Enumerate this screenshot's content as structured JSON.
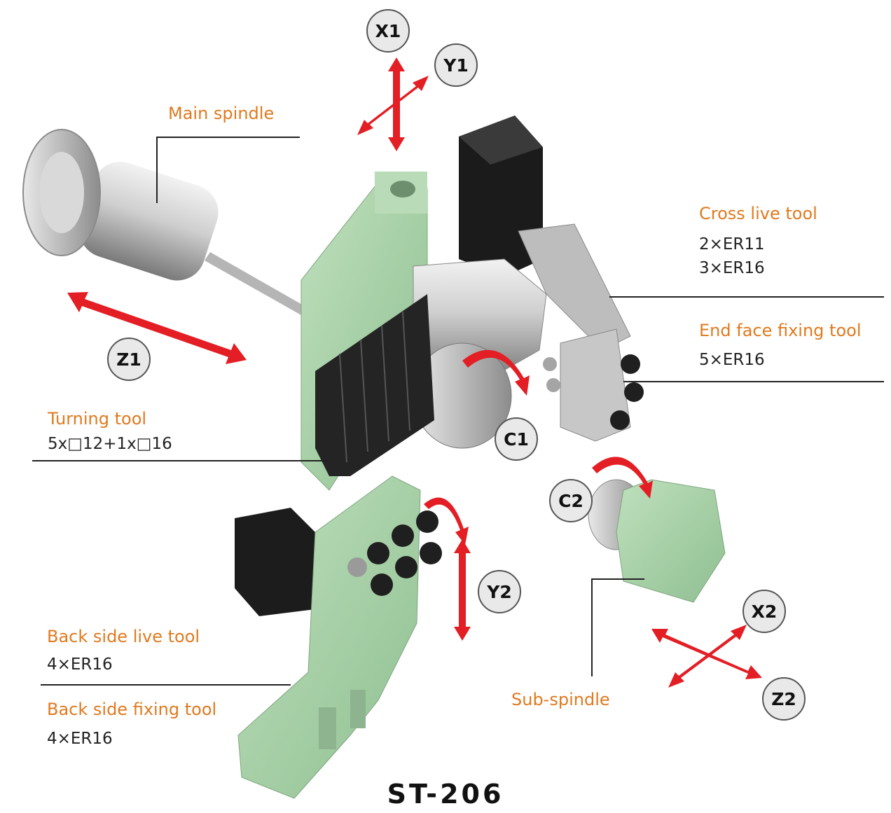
{
  "callouts": {
    "main_spindle": {
      "title": "Main spindle"
    },
    "cross_live_tool": {
      "title": "Cross live tool",
      "specs": [
        "2×ER11",
        "3×ER16"
      ]
    },
    "end_face_fixing_tool": {
      "title": "End face fixing tool",
      "specs": [
        "5×ER16"
      ]
    },
    "turning_tool": {
      "title": "Turning tool",
      "specs": [
        "5x□12+1x□16"
      ]
    },
    "back_side_live_tool": {
      "title": "Back side live tool",
      "specs": [
        "4×ER16"
      ]
    },
    "back_side_fixing_tool": {
      "title": "Back side fixing tool",
      "specs": [
        "4×ER16"
      ]
    },
    "sub_spindle": {
      "title": "Sub-spindle"
    }
  },
  "axes": {
    "x1": "X1",
    "y1": "Y1",
    "z1": "Z1",
    "c1": "C1",
    "c2": "C2",
    "y2": "Y2",
    "x2": "X2",
    "z2": "Z2"
  },
  "model": "ST-206",
  "colors": {
    "label_orange": "#e07a1f",
    "arrow_red": "#e31e24",
    "body_green": "#a6cfa6",
    "tool_black": "#1e1e1e",
    "steel": "#c8c8c8"
  }
}
